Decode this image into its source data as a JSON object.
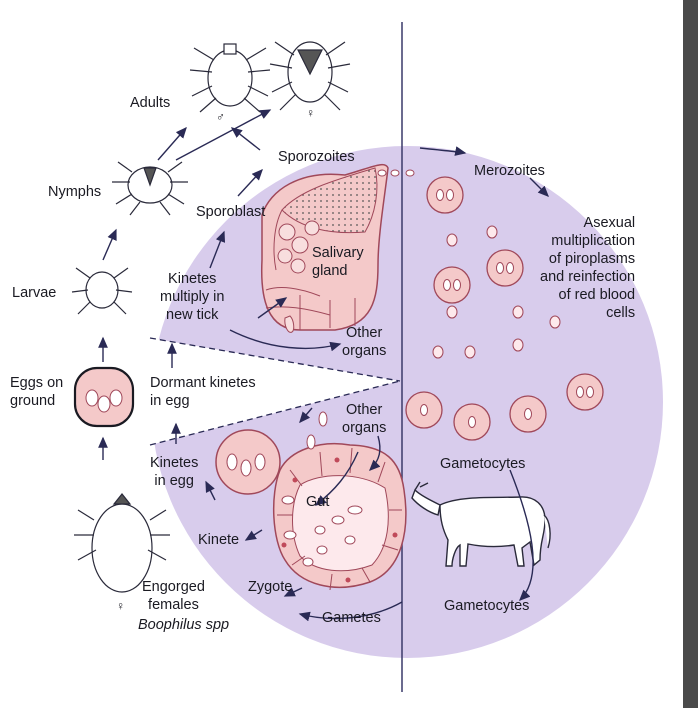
{
  "labels": {
    "adults": "Adults",
    "nymphs": "Nymphs",
    "larvae": "Larvae",
    "eggs_on_ground": "Eggs on\nground",
    "dormant_kinetes": "Dormant kinetes\nin egg",
    "kinetes_in_egg": "Kinetes\nin egg",
    "kinete": "Kinete",
    "engorged_females": "Engorged\nfemales",
    "boophilus": "Boophilus spp",
    "sporozoites": "Sporozoites",
    "sporoblast": "Sporoblast",
    "salivary_gland": "Salivary\ngland",
    "kinetes_multiply": "Kinetes\nmultiply in\nnew tick",
    "other_organs_upper": "Other\norgans",
    "other_organs_lower": "Other\norgans",
    "gut": "Gut",
    "zygote": "Zygote",
    "gametes": "Gametes",
    "merozoites": "Merozoites",
    "asexual": "Asexual\nmultiplication\nof piroplasms\nand reinfection\nof red blood\ncells",
    "gametocytes_mid": "Gametocytes",
    "gametocytes_bottom": "Gametocytes"
  },
  "symbols": {
    "male": "♂",
    "female": "♀"
  },
  "colors": {
    "circle_fill": "#d8ccec",
    "circle_light": "#ece6f6",
    "cell_fill": "#f4c9c9",
    "cell_stroke": "#a0485a",
    "line": "#2a2a55",
    "divider": "#3a3a6a",
    "right_bar": "#4a4a4a"
  }
}
